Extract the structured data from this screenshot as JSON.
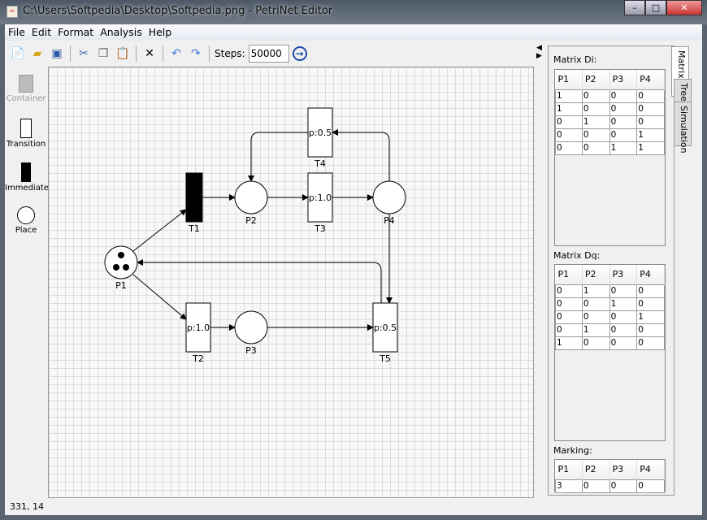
{
  "window": {
    "title": "C:\\Users\\Softpedia\\Desktop\\Softpedia.png - PetriNet Editor"
  },
  "menu": [
    "File",
    "Edit",
    "Format",
    "Analysis",
    "Help"
  ],
  "toolbar": {
    "steps_label": "Steps:",
    "steps_value": "50000"
  },
  "palette": [
    "Container",
    "Transition",
    "Immediate",
    "Place"
  ],
  "net": {
    "places": [
      {
        "id": "P1",
        "tokens": 3
      },
      {
        "id": "P2",
        "tokens": 0
      },
      {
        "id": "P3",
        "tokens": 0
      },
      {
        "id": "P4",
        "tokens": 0
      }
    ],
    "transitions": [
      {
        "id": "T1",
        "label": ""
      },
      {
        "id": "T2",
        "label": "p:1.0"
      },
      {
        "id": "T3",
        "label": "p:1.0"
      },
      {
        "id": "T4",
        "label": "p:0.5"
      },
      {
        "id": "T5",
        "label": "p:0.5"
      }
    ]
  },
  "matrix_di": {
    "label": "Matrix Di:",
    "headers": [
      "P1",
      "P2",
      "P3",
      "P4"
    ],
    "rows": [
      [
        "1",
        "0",
        "0",
        "0"
      ],
      [
        "1",
        "0",
        "0",
        "0"
      ],
      [
        "0",
        "1",
        "0",
        "0"
      ],
      [
        "0",
        "0",
        "0",
        "1"
      ],
      [
        "0",
        "0",
        "1",
        "1"
      ]
    ]
  },
  "matrix_dq": {
    "label": "Matrix Dq:",
    "headers": [
      "P1",
      "P2",
      "P3",
      "P4"
    ],
    "rows": [
      [
        "0",
        "1",
        "0",
        "0"
      ],
      [
        "0",
        "0",
        "1",
        "0"
      ],
      [
        "0",
        "0",
        "0",
        "1"
      ],
      [
        "0",
        "1",
        "0",
        "0"
      ],
      [
        "1",
        "0",
        "0",
        "0"
      ]
    ]
  },
  "marking": {
    "label": "Marking:",
    "headers": [
      "P1",
      "P2",
      "P3",
      "P4"
    ],
    "rows": [
      [
        "3",
        "0",
        "0",
        "0"
      ]
    ]
  },
  "tabs": [
    "Matrix",
    "Tree",
    "Simulation"
  ],
  "status": "331, 14"
}
